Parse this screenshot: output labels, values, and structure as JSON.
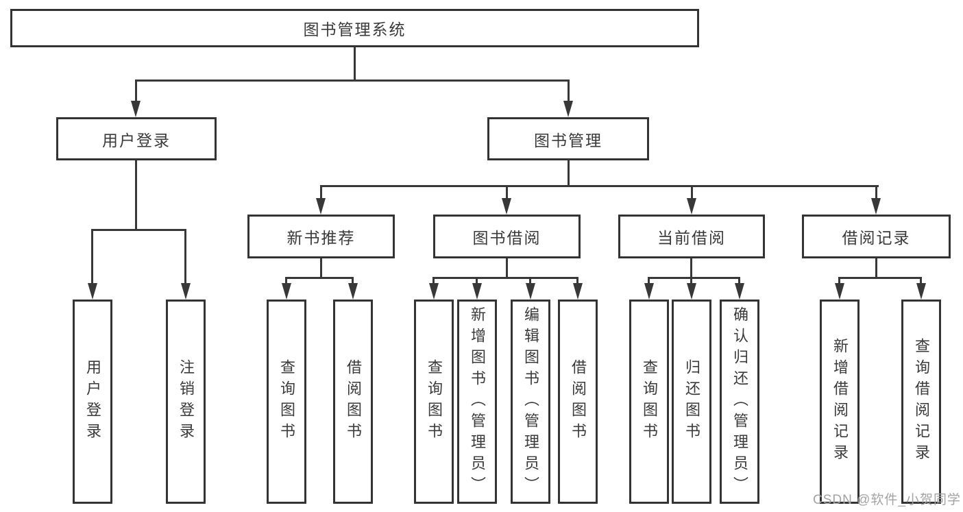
{
  "diagram": {
    "root": "图书管理系统",
    "level2": [
      "用户登录",
      "图书管理"
    ],
    "level3": [
      "新书推荐",
      "图书借阅",
      "当前借阅",
      "借阅记录"
    ],
    "leaves": [
      "用户登录",
      "注销登录",
      "查询图书",
      "借阅图书",
      "查询图书",
      "新增图书（管理员）",
      "编辑图书（管理员）",
      "借阅图书",
      "查询图书",
      "归还图书",
      "确认归还（管理员）",
      "新增借阅记录",
      "查询借阅记录"
    ]
  },
  "watermark": "CSDN @软件_小贺同学",
  "colors": {
    "line": "#383838",
    "border": "#333333",
    "text": "#3a3a3a",
    "background": "#ffffff",
    "watermark": "#a3a3a3"
  }
}
